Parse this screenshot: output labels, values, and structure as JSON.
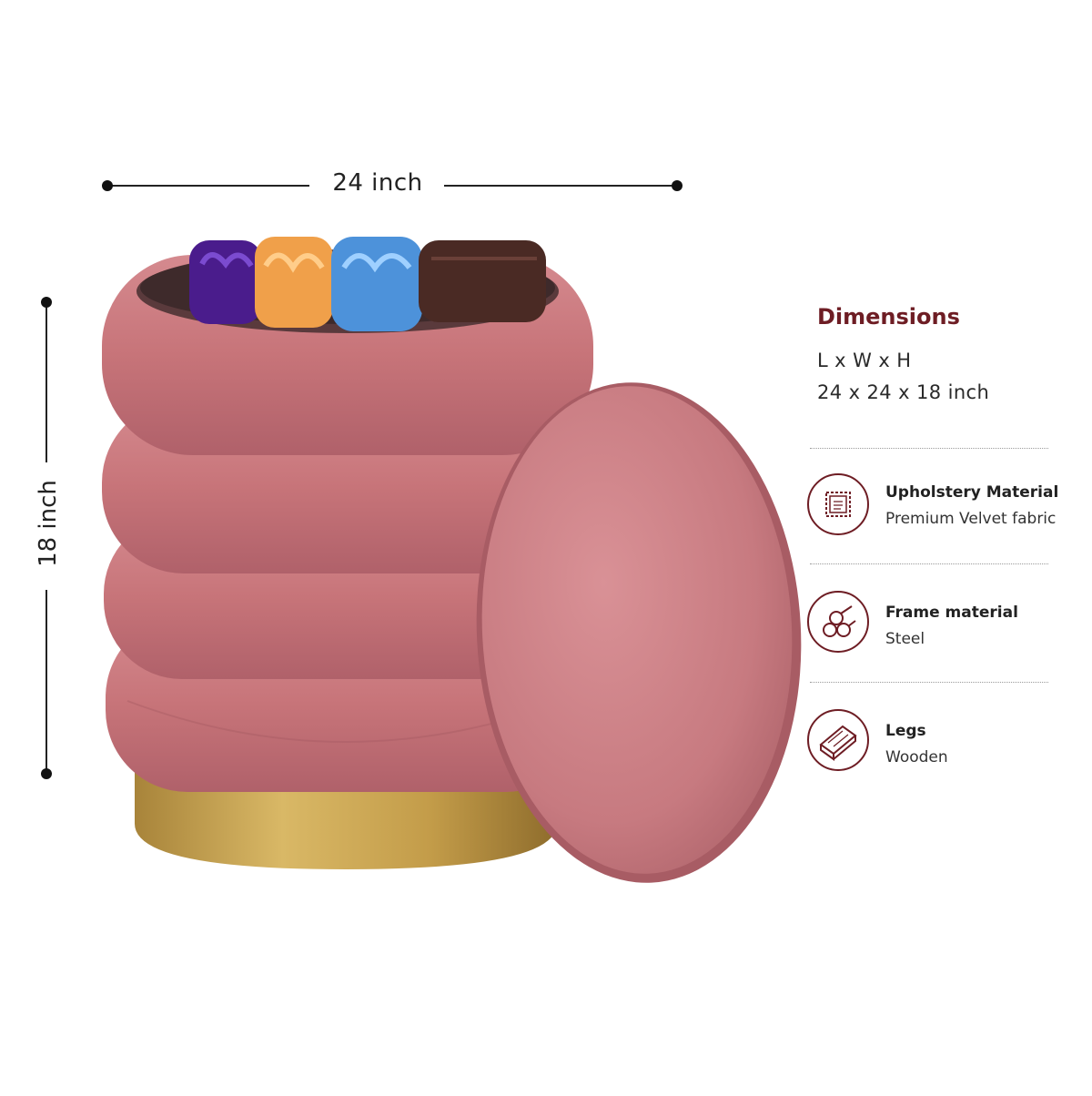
{
  "dimensions_overlay": {
    "width_label": "24 inch",
    "height_label": "18 inch"
  },
  "info_panel": {
    "title": "Dimensions",
    "axes": "L x W x H",
    "size": "24 x 24 x 18 inch",
    "features": [
      {
        "icon": "fabric-swatch-icon",
        "title": "Upholstery Material",
        "value": "Premium Velvet fabric"
      },
      {
        "icon": "steel-pipes-icon",
        "title": "Frame material",
        "value": "Steel"
      },
      {
        "icon": "wood-plank-icon",
        "title": "Legs",
        "value": "Wooden"
      }
    ]
  },
  "colors": {
    "velvet": "#c9787c",
    "gold_base": "#c9a44a",
    "accent": "#6e1d24"
  }
}
